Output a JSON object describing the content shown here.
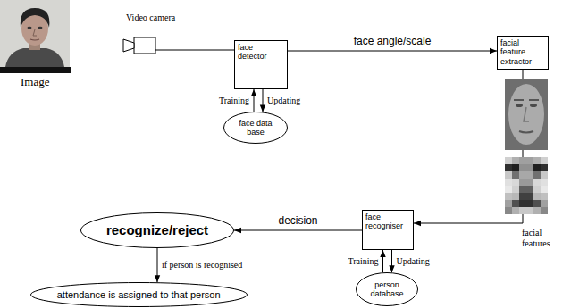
{
  "diagram": {
    "nodes": [
      {
        "text": [
          "face detector"
        ]
      },
      {
        "text": [
          "face data base"
        ]
      },
      {
        "text": [
          "facial feature extractor"
        ]
      },
      {
        "text": [
          "face recogniser"
        ]
      },
      {
        "text": [
          "person database"
        ]
      },
      {
        "text": [
          "recognize/reject"
        ]
      },
      {
        "text": [
          "attendance is assigned to that person"
        ]
      }
    ],
    "edges": [
      {
        "from": 0,
        "to": 2,
        "arrow": "to",
        "label": "face angle/scale"
      },
      {
        "from": 1,
        "to": 0,
        "arrow": "to",
        "label": "Training"
      },
      {
        "from": 0,
        "to": 1,
        "arrow": "to",
        "label": "Updating"
      },
      {
        "from": 2,
        "to": 3,
        "arrow": "to"
      },
      {
        "from": 3,
        "to": 5,
        "arrow": "to",
        "label": "decision"
      },
      {
        "from": 4,
        "to": 3,
        "arrow": "to",
        "label": "Training"
      },
      {
        "from": 3,
        "to": 4,
        "arrow": "to",
        "label": "Updating"
      },
      {
        "from": 5,
        "to": 6,
        "arrow": "to",
        "label": "if person is recognised"
      }
    ],
    "labels": [
      "Image",
      "Video camera",
      "facial features"
    ]
  }
}
